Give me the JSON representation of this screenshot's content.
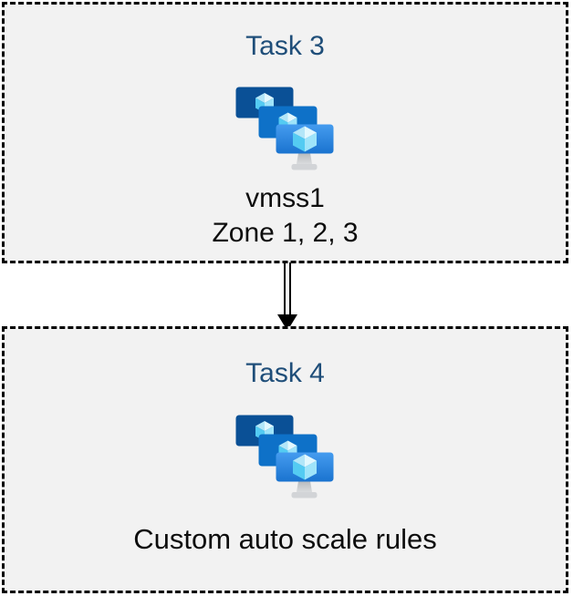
{
  "diagram": {
    "task3": {
      "title": "Task 3",
      "icon": "virtual-machine-scale-set",
      "line1": "vmss1",
      "line2": "Zone 1, 2, 3"
    },
    "connector": {
      "type": "double-line-arrow",
      "direction": "down"
    },
    "task4": {
      "title": "Task 4",
      "icon": "virtual-machine-scale-set",
      "line1": "Custom auto scale rules"
    },
    "colors": {
      "title_text": "#1f4e79",
      "body_text": "#0d0d0d",
      "box_fill": "#f2f2f2",
      "box_border": "#000000",
      "arrow": "#000000",
      "monitor_back": "#0a5096",
      "monitor_middle": "#0e71c8",
      "monitor_front_top": "#459cef",
      "monitor_front_bottom": "#1a73cf",
      "cube_face_left": "#54cbf2",
      "cube_face_right": "#9fe4fa",
      "cube_top_left": "#b3e6f8",
      "cube_top_right": "#e2f8fe",
      "stand_gray": "#c9ccd0"
    }
  }
}
